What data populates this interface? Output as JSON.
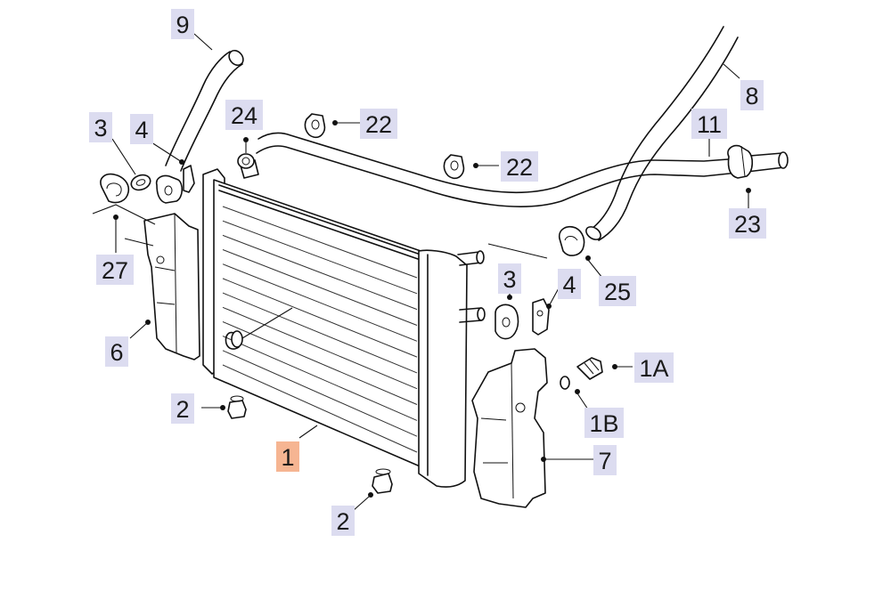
{
  "callouts": [
    {
      "id": "c9",
      "text": "9"
    },
    {
      "id": "c3l",
      "text": "3"
    },
    {
      "id": "c4l",
      "text": "4"
    },
    {
      "id": "c24",
      "text": "24"
    },
    {
      "id": "c22a",
      "text": "22"
    },
    {
      "id": "c22b",
      "text": "22"
    },
    {
      "id": "c8",
      "text": "8"
    },
    {
      "id": "c11",
      "text": "11"
    },
    {
      "id": "c23",
      "text": "23"
    },
    {
      "id": "c27",
      "text": "27"
    },
    {
      "id": "c6",
      "text": "6"
    },
    {
      "id": "c3r",
      "text": "3"
    },
    {
      "id": "c4r",
      "text": "4"
    },
    {
      "id": "c25",
      "text": "25"
    },
    {
      "id": "c1A",
      "text": "1A"
    },
    {
      "id": "c1B",
      "text": "1B"
    },
    {
      "id": "c2l",
      "text": "2"
    },
    {
      "id": "c1",
      "text": "1",
      "highlighted": true
    },
    {
      "id": "c7",
      "text": "7"
    },
    {
      "id": "c2b",
      "text": "2"
    }
  ],
  "colors": {
    "label_box": "#dcdcf0",
    "label_box_highlight": "#f6b592",
    "line": "#111111"
  }
}
